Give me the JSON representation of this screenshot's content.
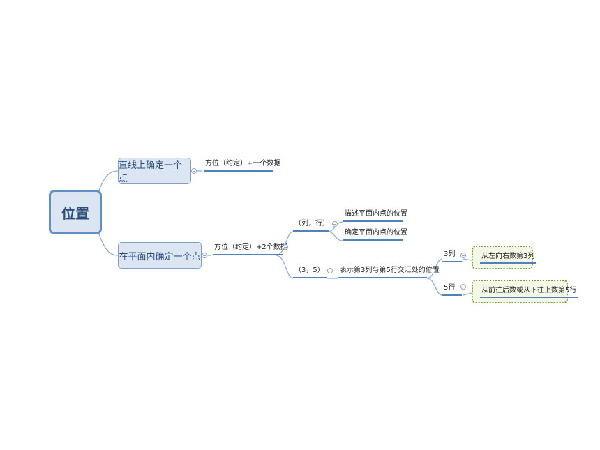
{
  "root": {
    "label": "位置"
  },
  "branch_line": {
    "label": "直线上确定一个点",
    "child": "方位（约定）+一个数据"
  },
  "branch_plane": {
    "label": "在平面内确定一个点",
    "child": "方位（约定）+2个数据",
    "pair_format": {
      "label": "（列，行）",
      "children": [
        "描述平面内点的位置",
        "确定平面内点的位置"
      ]
    },
    "example": {
      "label": "（3，5）",
      "meaning": "表示第3列与第5行交汇处的位置",
      "column": {
        "label": "3列",
        "note": "从左向右数第3列"
      },
      "row": {
        "label": "5行",
        "note": "从前往后数或从下往上数第5行"
      }
    }
  },
  "colors": {
    "line": "#7ea1cc",
    "accent": "#4f81bd",
    "root_border": "#5f8fc7",
    "highlight_border": "#7e9a3a"
  }
}
